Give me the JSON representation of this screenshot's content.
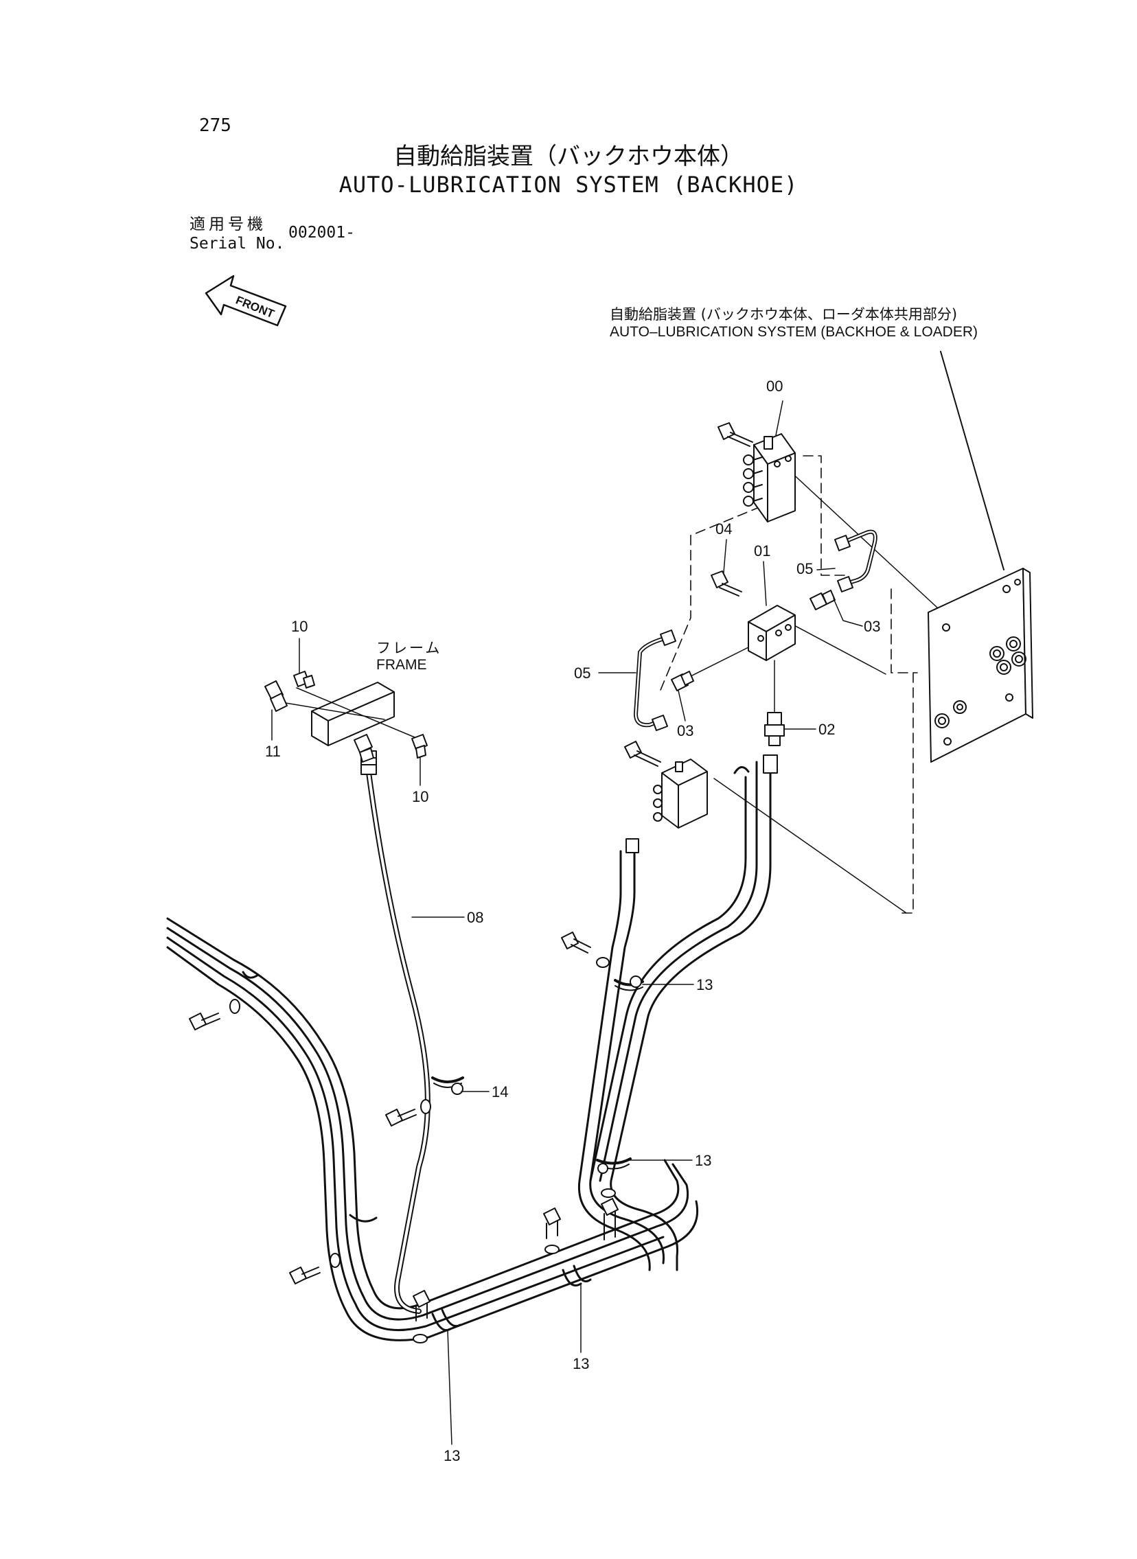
{
  "page_number": "275",
  "title_ja": "自動給脂装置（バックホウ本体）",
  "title_en": "AUTO-LUBRICATION SYSTEM (BACKHOE)",
  "serial": {
    "label_ja": "適用号機",
    "label_en": "Serial No.",
    "value": "002001-"
  },
  "front_marker": "FRONT",
  "group_label_ja": "自動給脂装置 (バックホウ本体、ローダ本体共用部分)",
  "group_label_en": "AUTO–LUBRICATION SYSTEM (BACKHOE & LOADER)",
  "frame_label_ja": "フレーム",
  "frame_label_en": "FRAME",
  "callouts": [
    {
      "id": "c00",
      "text": "00"
    },
    {
      "id": "c04",
      "text": "04"
    },
    {
      "id": "c01",
      "text": "01"
    },
    {
      "id": "c05a",
      "text": "05"
    },
    {
      "id": "c03a",
      "text": "03"
    },
    {
      "id": "c05b",
      "text": "05"
    },
    {
      "id": "c03b",
      "text": "03"
    },
    {
      "id": "c02",
      "text": "02"
    },
    {
      "id": "c10a",
      "text": "10"
    },
    {
      "id": "c11",
      "text": "11"
    },
    {
      "id": "c10b",
      "text": "10"
    },
    {
      "id": "c08",
      "text": "08"
    },
    {
      "id": "c13a",
      "text": "13"
    },
    {
      "id": "c14",
      "text": "14"
    },
    {
      "id": "c13b",
      "text": "13"
    },
    {
      "id": "c13c",
      "text": "13"
    },
    {
      "id": "c13d",
      "text": "13"
    }
  ]
}
